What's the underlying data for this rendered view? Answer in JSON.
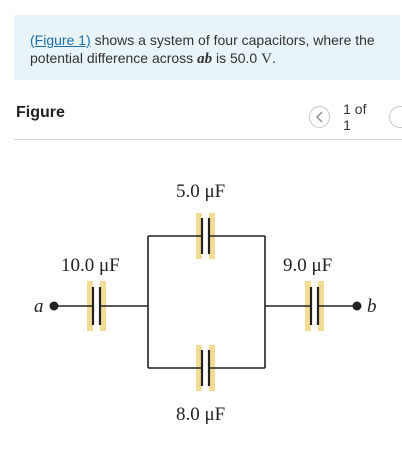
{
  "problem": {
    "figure_link": "(Figure 1)",
    "text_before": " shows a system of four capacitors, where the potential difference across ",
    "var": "ab",
    "text_mid": " is 50.0 ",
    "unit": "V",
    "text_end": "."
  },
  "figure": {
    "title": "Figure",
    "pager": "1 of 1",
    "prev_icon": "chevron-left-icon",
    "next_icon": "chevron-right-icon"
  },
  "circuit": {
    "c_top": "5.0 μF",
    "c_left": "10.0 μF",
    "c_right": "9.0 μF",
    "c_bottom": "8.0 μF",
    "terminal_a": "a",
    "terminal_b": "b",
    "plate_highlight_color": "#f3dc96",
    "wire_color": "#222222"
  }
}
